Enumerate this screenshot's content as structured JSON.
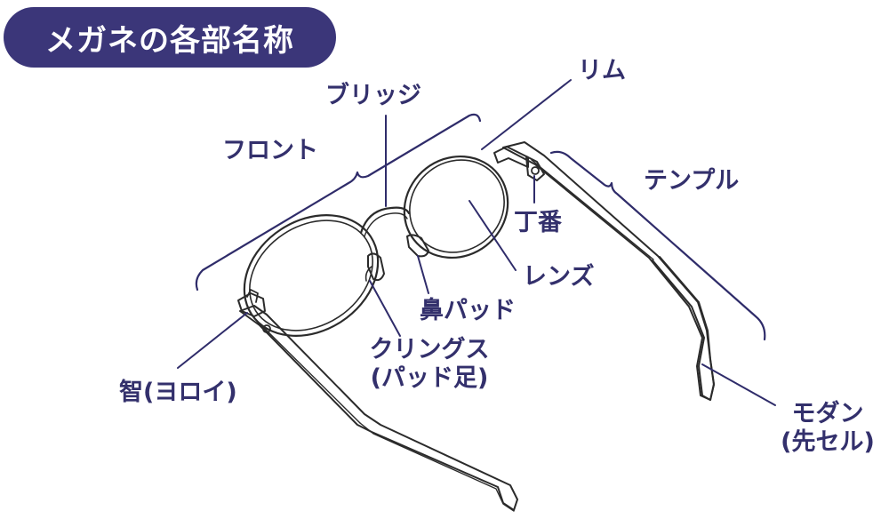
{
  "title": "メガネの各部名称",
  "colors": {
    "accent": "#3b3679",
    "label": "#33306c",
    "line": "#2f2c6a",
    "drawing": "#2b2b2b"
  },
  "labels": {
    "front": "フロント",
    "bridge": "ブリッジ",
    "rim": "リム",
    "temple": "テンプル",
    "hinge": "丁番",
    "lens": "レンズ",
    "nose_pad": "鼻パッド",
    "clings_line1": "クリングス",
    "clings_line2": "(パッド足)",
    "endpiece": "智(ヨロイ)",
    "modern_line1": "モダン",
    "modern_line2": "(先セル)"
  }
}
